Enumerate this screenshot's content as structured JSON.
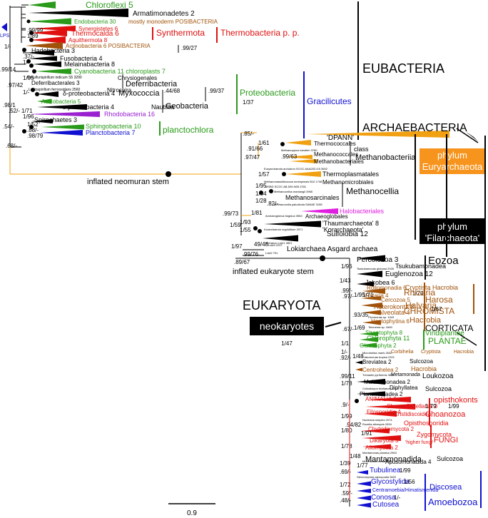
{
  "colors": {
    "black": "#000000",
    "green": "#2a9a1a",
    "red": "#e01010",
    "orange": "#f0a010",
    "orange_box": "#f7941d",
    "brown": "#a0520a",
    "blue": "#1010d0",
    "magenta": "#e020e0",
    "purple": "#9a20d0",
    "dark_red": "#c00000"
  },
  "big_labels": {
    "eubacteria": "EUBACTERIA",
    "archaebacteria": "ARCHAEBACTERIA",
    "eukaryota": "EUKARYOTA",
    "eozoa": "Eozoa",
    "corticata": "CORTICATA",
    "plantae": "PLANTAE",
    "chromista": "CHROMISTA",
    "harosa": "Harosa",
    "harosa_support": "1/67",
    "amoebozoa": "Amoebozoa",
    "gracilicutes": "Gracilicutes",
    "proteobacteria": "Proteobacteria",
    "proteobacteria_support": "1/37",
    "planctochlora": "planctochlora",
    "thermobacteria": "Thermobacteria p. p.",
    "synthermota": "Synthermota",
    "neokaryotes": "neokaryotes",
    "neokaryotes_support": "1/47",
    "phylum_eury_1": "phylum",
    "phylum_eury_2": "Euryarchaeota",
    "phylum_fil_1": "phylum",
    "phylum_fil_2": "'Filarchaeota'",
    "neomuran_stem": "inflated neomuran stem",
    "eukaryote_stem": "inflated eukaryote stem",
    "scale": "0.9",
    "lps": "LPS"
  },
  "taxa": [
    {
      "t": "Chloroflexi 5",
      "c": "green"
    },
    {
      "t": "Armatimonadetes 2",
      "c": "black"
    },
    {
      "t": "Endobacteria 30",
      "c": "green"
    },
    {
      "t": "mostly monoderm POSIBACTERIA",
      "c": "brown"
    },
    {
      "t": "Synergistetes 6",
      "c": "red"
    },
    {
      "t": "Thermocalda 6",
      "c": "red"
    },
    {
      "t": "Aquithermota 8",
      "c": "red"
    },
    {
      "t": "Actinobacteria 6 POSIBACTERIA",
      "c": "brown"
    },
    {
      "t": "Hadobacteria 3",
      "c": "black"
    },
    {
      "t": "Fusobacteria 4",
      "c": "black"
    },
    {
      "t": "Melainabacteria 8",
      "c": "black"
    },
    {
      "t": "Cyanobacteria 11 chloroplasts 7",
      "c": "green"
    },
    {
      "t": "Desulfurispirillum indicum S5 3290",
      "c": "black"
    },
    {
      "t": "Chrysiogenales",
      "c": "black"
    },
    {
      "t": "Deferribacteria",
      "c": "black"
    },
    {
      "t": "Deferribacterales 3",
      "c": "black"
    },
    {
      "t": "Leptospirillum ferrooxidans 2560",
      "c": "black"
    },
    {
      "t": "Nitrospira",
      "c": "black"
    },
    {
      "t": "δ-proteobacteria 4",
      "c": "black"
    },
    {
      "t": "Myxococcia",
      "c": "black"
    },
    {
      "t": "Acidobacteria 5",
      "c": "green"
    },
    {
      "t": "ε-proteobacteria 4",
      "c": "black"
    },
    {
      "t": "Nautiliia",
      "c": "black"
    },
    {
      "t": "Geobacteria",
      "c": "black"
    },
    {
      "t": "Rhodobacteria 16",
      "c": "purple"
    },
    {
      "t": "Spirochaetes 3",
      "c": "black"
    },
    {
      "t": "Sphingobacteria 10",
      "c": "green"
    },
    {
      "t": "Planctobacteria 7",
      "c": "blue"
    },
    {
      "t": "'DPANN'",
      "c": "black"
    },
    {
      "t": "Thermococcales",
      "c": "black"
    },
    {
      "t": "Methanopyrus kandleri 3780",
      "c": "black"
    },
    {
      "t": "Methanococcales",
      "c": "black"
    },
    {
      "t": "Methanobacteriales",
      "c": "black"
    },
    {
      "t": "class",
      "c": "black"
    },
    {
      "t": "Methanobacteriia",
      "c": "black"
    },
    {
      "t": "Euryarchaeota archaeon SCGC AAA252-I15 3652",
      "c": "black"
    },
    {
      "t": "Thermoplasmatales",
      "c": "black"
    },
    {
      "t": "Methanomassiliicoccus luminyensis B10 1748",
      "c": "black"
    },
    {
      "t": "Methanomicrobiales",
      "c": "black"
    },
    {
      "t": "MSBD SCGC AB-539-N05 2331",
      "c": "black"
    },
    {
      "t": "Methanocellia",
      "c": "black"
    },
    {
      "t": "Methanocellus maniangii 3965",
      "c": "black"
    },
    {
      "t": "Methanosarcinales",
      "c": "black"
    },
    {
      "t": "Methanocella paludicola SANAE 3155",
      "c": "black"
    },
    {
      "t": "Halobacteriales",
      "c": "magenta"
    },
    {
      "t": "Archaeoglobus fulgidus 3963",
      "c": "black"
    },
    {
      "t": "Archaeoglobales",
      "c": "black"
    },
    {
      "t": "'Thaumarchaeota' 8",
      "c": "black"
    },
    {
      "t": "Korarchaeum cryptofilum 2971",
      "c": "black"
    },
    {
      "t": "'Korarchaeota'",
      "c": "black"
    },
    {
      "t": "Sulfolobia 12",
      "c": "black"
    },
    {
      "t": "archaeon Loki1 3821",
      "c": "black"
    },
    {
      "t": "Lokiarchaea Asgard archaea",
      "c": "black"
    },
    {
      "t": "Loki3 2237",
      "c": "black"
    },
    {
      "t": "Loki2 791",
      "c": "black"
    },
    {
      "t": "Percolozoa 3",
      "c": "black"
    },
    {
      "t": "Tsukubamonas globosa 2926",
      "c": "black"
    },
    {
      "t": "Tsukubamonadea",
      "c": "black"
    },
    {
      "t": "Euglenozoa 12",
      "c": "black"
    },
    {
      "t": "Jakobea 6",
      "c": "black"
    },
    {
      "t": "Rollomonadia 6",
      "c": "brown"
    },
    {
      "t": "Cryptista",
      "c": "brown"
    },
    {
      "t": "Hacrobia",
      "c": "brown"
    },
    {
      "t": "Retaria 4",
      "c": "brown"
    },
    {
      "t": "1/70",
      "c": "black"
    },
    {
      "t": "Rhizaria",
      "c": "brown"
    },
    {
      "t": "Cercozoa 5",
      "c": "brown"
    },
    {
      "t": "Heterokonta 8",
      "c": "brown"
    },
    {
      "t": "Halvaria",
      "c": "brown"
    },
    {
      "t": "Alveolata 4",
      "c": "brown"
    },
    {
      "t": "Picomonas sp. 1043",
      "c": "black"
    },
    {
      "t": "Haptophytina 6",
      "c": "brown"
    },
    {
      "t": "Hacrobia",
      "c": "brown"
    },
    {
      "t": "Telonema sp. 3460",
      "c": "black"
    },
    {
      "t": "Streptophyta 8",
      "c": "green"
    },
    {
      "t": "Chlorophyta 11",
      "c": "green"
    },
    {
      "t": "Viridiplantae",
      "c": "green"
    },
    {
      "t": "Glaucophyta 2",
      "c": "green"
    },
    {
      "t": "Microhelida marls 2632",
      "c": "black"
    },
    {
      "t": "Corbihelia",
      "c": "brown"
    },
    {
      "t": "Cryptista",
      "c": "brown"
    },
    {
      "t": "Hacrobia",
      "c": "brown"
    },
    {
      "t": "Falsomonas tropica 2321",
      "c": "black"
    },
    {
      "t": "Breviatea 2",
      "c": "black"
    },
    {
      "t": "Sulcozoa",
      "c": "black"
    },
    {
      "t": "Centrohelea 2",
      "c": "brown"
    },
    {
      "t": "Hacrobia",
      "c": "brown"
    },
    {
      "t": "Trimastix pyriformis 3682",
      "c": "black"
    },
    {
      "t": "Metamonada",
      "c": "black"
    },
    {
      "t": "Loukozoa",
      "c": "black"
    },
    {
      "t": "Malawimonadea 2",
      "c": "black"
    },
    {
      "t": "Collodictyon triciliatum 3215",
      "c": "black"
    },
    {
      "t": "Diphyllatea",
      "c": "black"
    },
    {
      "t": "Planomonadea 2",
      "c": "black"
    },
    {
      "t": "Sulcozoa",
      "c": "black"
    },
    {
      "t": "ANIMALIA 6",
      "c": "red"
    },
    {
      "t": "opisthokonts",
      "c": "red"
    },
    {
      "t": "Choanoflagellatea 3",
      "c": "red"
    },
    {
      "t": "1/79",
      "c": "black"
    },
    {
      "t": "1/99",
      "c": "black"
    },
    {
      "t": "Filosporidia 4",
      "c": "red"
    },
    {
      "t": "Cristidiscoidea",
      "c": "red"
    },
    {
      "t": "Choanozoa",
      "c": "red"
    },
    {
      "t": "Nuclearia simplex 2074",
      "c": "black"
    },
    {
      "t": "Rozella allomycis 2834",
      "c": "black"
    },
    {
      "t": "Opisthosporidia",
      "c": "red"
    },
    {
      "t": "Chytridiomycota 2",
      "c": "red"
    },
    {
      "t": "Zygomycota",
      "c": "red"
    },
    {
      "t": "FUNGI",
      "c": "red"
    },
    {
      "t": "Dikaryota 3",
      "c": "red"
    },
    {
      "t": "'higher fungi'",
      "c": "red"
    },
    {
      "t": "Allomycota 2",
      "c": "red"
    },
    {
      "t": "Mantamonas plastica 2963",
      "c": "black"
    },
    {
      "t": "Mantamonadida",
      "c": "black"
    },
    {
      "t": "Sulcozoa",
      "c": "black"
    },
    {
      "t": "Multimonas media 902",
      "c": "black"
    },
    {
      "t": "Apusomonadida 4",
      "c": "black"
    },
    {
      "t": "Tubulinea",
      "c": "blue"
    },
    {
      "t": "1/99",
      "c": "black"
    },
    {
      "t": "Stereomyxida stenopodia 3622",
      "c": "black"
    },
    {
      "t": "Glycostylida",
      "c": "blue"
    },
    {
      "t": "1/56",
      "c": "black"
    },
    {
      "t": "Discosea",
      "c": "blue"
    },
    {
      "t": "Centramoebia/Himatismenida",
      "c": "blue"
    },
    {
      "t": "Conosa",
      "c": "blue"
    },
    {
      "t": "1/-",
      "c": "black"
    },
    {
      "t": "Cutosea",
      "c": "blue"
    }
  ],
  "supports": [
    "1/-",
    ".99/99",
    "1/89",
    "1/-",
    ".37/-",
    ".99/14",
    "1/-",
    ".99/27",
    "1/95",
    ".97/42",
    "1/-",
    ".44/68",
    ".99/37",
    ".98/1",
    ".52/-",
    "1/71",
    "1/96",
    ".54/-",
    "1/52",
    ".88/-",
    ".98/79",
    ".68/-",
    ".85/-",
    "1/61",
    ".91/66",
    ".97/47",
    ".99/63",
    "1/57",
    "1/95",
    "1/84",
    "1/28",
    ".82/-",
    "1/81",
    ".99/73",
    "1/93",
    "1/55",
    "1/59",
    "49/48",
    "1/97",
    "99/76",
    ".89/67",
    "1/96",
    "1/43",
    ".99/-",
    ".97/-",
    "1/95",
    "1/71",
    ".93/35",
    "1/69",
    ".67/-",
    "1/1",
    "1/-",
    ".92/-",
    "1/48",
    ".99/11",
    "1/78",
    ".9/-",
    "1/99",
    ".94/82",
    "1/91",
    "1/80",
    "1/78",
    "1/48",
    "1/77",
    "1/39",
    ".69/-",
    "1/72",
    ".59/-",
    ".48/-"
  ]
}
